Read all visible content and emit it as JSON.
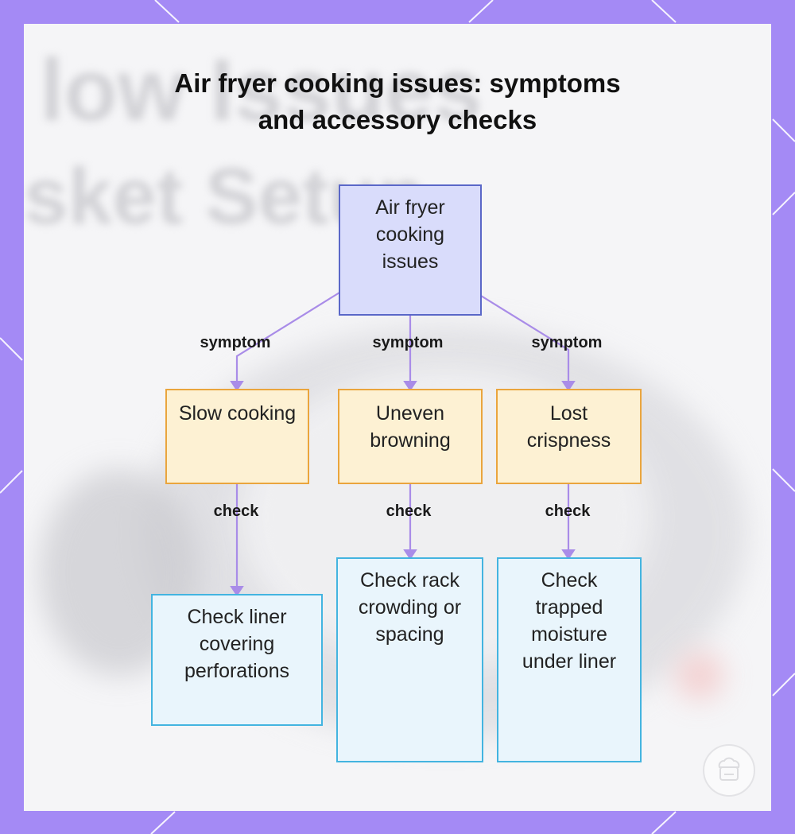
{
  "title_line1": "Air fryer cooking issues: symptoms",
  "title_line2": "and accessory checks",
  "background_text": {
    "line1": "low Issues",
    "line2": "sket Setup"
  },
  "root": {
    "label": "Air fryer cooking issues"
  },
  "edge_labels": {
    "symptom": "symptom",
    "check": "check"
  },
  "symptoms": [
    {
      "label": "Slow cooking",
      "check": "Check liner covering perforations"
    },
    {
      "label": "Uneven browning",
      "check": "Check rack crowding or spacing"
    },
    {
      "label": "Lost crispness",
      "check": "Check trapped moisture under liner"
    }
  ],
  "colors": {
    "frame": "#a48af5",
    "root_fill": "#d9dcfb",
    "root_border": "#5a67c8",
    "symptom_fill": "#fdf1d3",
    "symptom_border": "#eaa53d",
    "check_fill": "#e9f5fc",
    "check_border": "#43b4e0",
    "edge": "#a98ce8"
  },
  "badge_icon": "chef-logo-icon"
}
